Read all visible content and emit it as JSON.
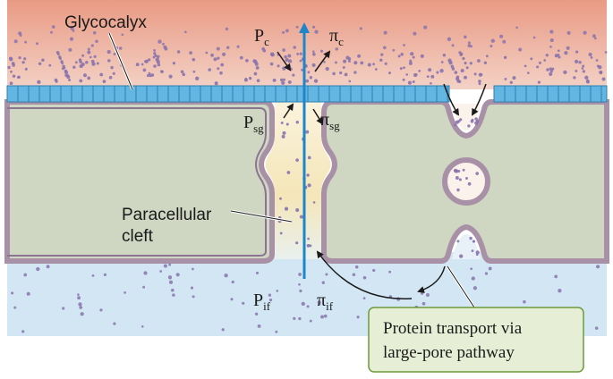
{
  "labels": {
    "glycocalyx": "Glycocalyx",
    "paracellular_line1": "Paracellular",
    "paracellular_line2": "cleft",
    "callout_line1": "Protein transport via",
    "callout_line2": "large-pore pathway"
  },
  "forces": {
    "pc": {
      "symbol": "P",
      "sub": "c"
    },
    "pic": {
      "symbol": "π",
      "sub": "c"
    },
    "psg": {
      "symbol": "P",
      "sub": "sg"
    },
    "pisg": {
      "symbol": "π",
      "sub": "sg"
    },
    "pif": {
      "symbol": "P",
      "sub": "if"
    },
    "piif": {
      "symbol": "π",
      "sub": "if"
    }
  },
  "colors": {
    "plasma_top": "#e99a84",
    "plasma_bottom": "#f3d2c6",
    "glycocalyx": "#63b6e2",
    "cell": "#cfd7c2",
    "membrane": "#a891a7",
    "interstitium": "#d2e7f3",
    "cleft": "#f6ecc4",
    "flow_arrow": "#1e86c8",
    "particle": "#8a73ad",
    "callout_bg": "#e6efd5",
    "callout_border": "#6d9a3c"
  }
}
